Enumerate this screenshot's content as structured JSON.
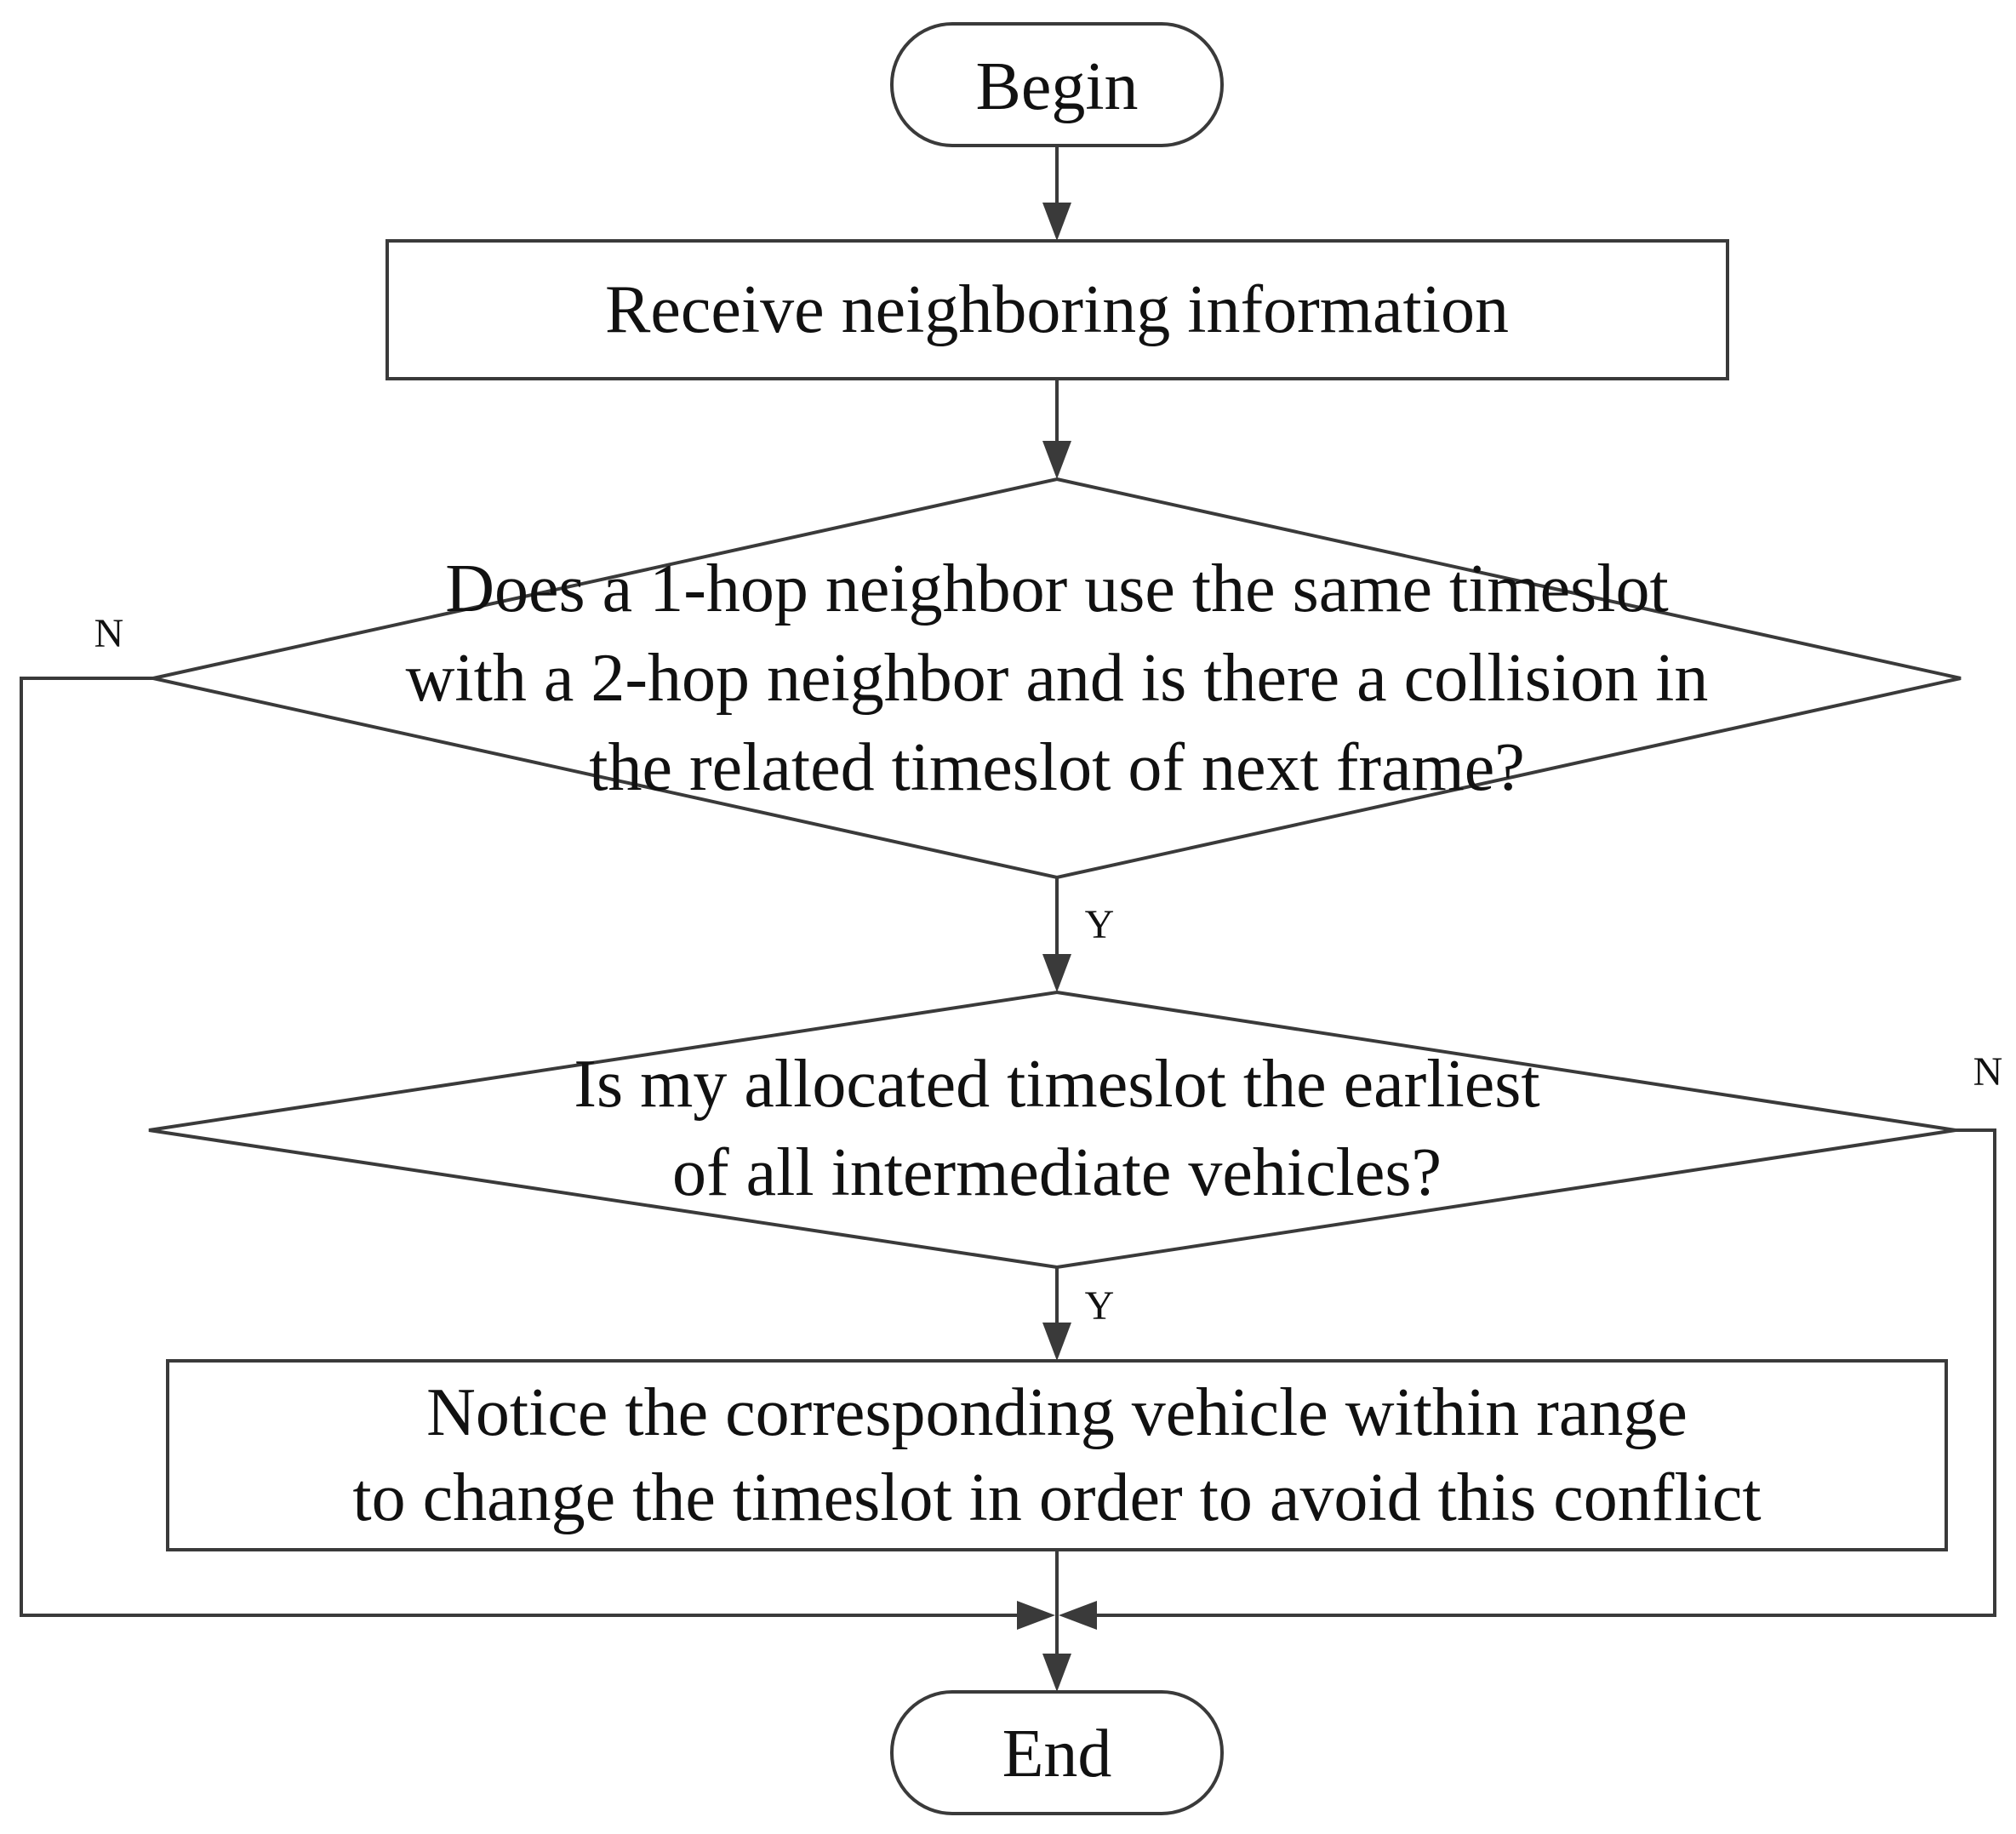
{
  "nodes": {
    "begin": {
      "label": "Begin"
    },
    "receive": {
      "label": "Receive neighboring information"
    },
    "decision1": {
      "lines": [
        "Does a 1-hop neighbor use the same timeslot",
        "with a 2-hop neighbor and is there a collision in",
        "the related timeslot of next frame?"
      ]
    },
    "decision2": {
      "lines": [
        "Is my allocated timeslot the earliest",
        "of all intermediate vehicles?"
      ]
    },
    "notice": {
      "lines": [
        "Notice the corresponding vehicle within range",
        "to change the timeslot in order to avoid this conflict"
      ]
    },
    "end": {
      "label": "End"
    }
  },
  "edges": {
    "decision1_yes": "Y",
    "decision1_no": "N",
    "decision2_yes": "Y",
    "decision2_no": "N"
  },
  "colors": {
    "stroke": "#3a3a3a",
    "text": "#111111",
    "background": "#ffffff"
  }
}
